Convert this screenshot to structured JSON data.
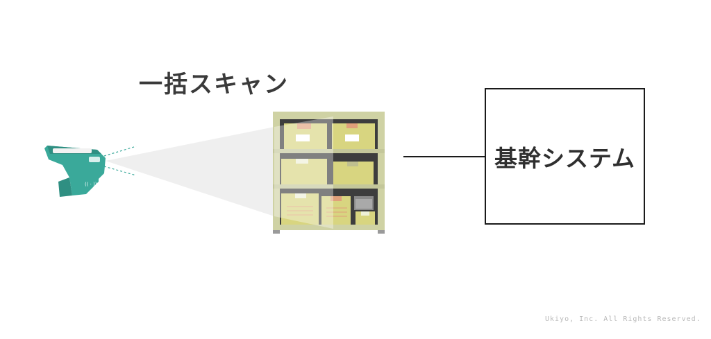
{
  "diagram": {
    "scan_label": "一括スキャン",
    "system_label": "基幹システム"
  },
  "footer": {
    "copyright": "Ukiyo, Inc. All Rights Reserved."
  },
  "colors": {
    "scanner_teal": "#3aa99a",
    "shelf_frame": "#cfd2a4",
    "box_yellow": "#d8d580",
    "tag_orange": "#e0a07a",
    "text_dark": "#3a3a3a"
  },
  "icons": [
    "rfid-scanner-icon",
    "warehouse-shelf-icon"
  ]
}
